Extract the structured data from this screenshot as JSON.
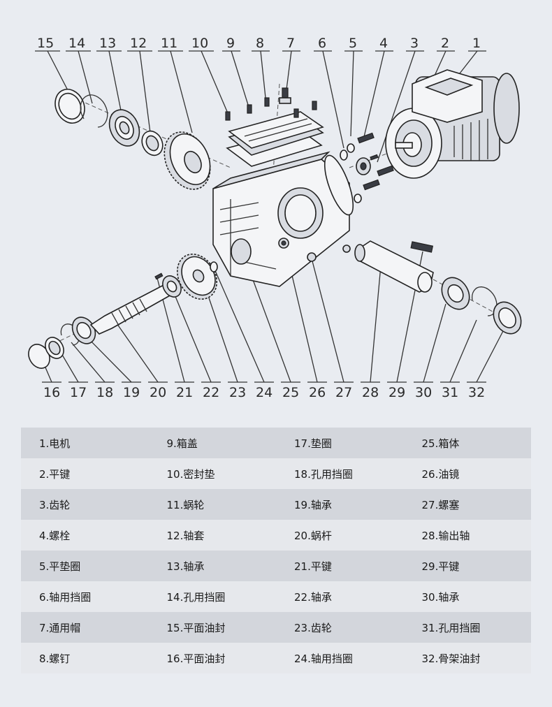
{
  "callouts": [
    "15",
    "14",
    "13",
    "12",
    "11",
    "10",
    "9",
    "8",
    "7",
    "6",
    "5",
    "4",
    "3",
    "2",
    "1",
    "16",
    "17",
    "18",
    "19",
    "20",
    "21",
    "22",
    "23",
    "24",
    "25",
    "26",
    "27",
    "28",
    "29",
    "30",
    "31",
    "32"
  ],
  "table": {
    "rows": [
      [
        "1.电机",
        "9.箱盖",
        "17.垫圈",
        "25.箱体"
      ],
      [
        "2.平键",
        "10.密封垫",
        "18.孔用挡圈",
        "26.油镜"
      ],
      [
        "3.齿轮",
        "11.蜗轮",
        "19.轴承",
        "27.螺塞"
      ],
      [
        "4.螺栓",
        "12.轴套",
        "20.蜗杆",
        "28.输出轴"
      ],
      [
        "5.平垫圈",
        "13.轴承",
        "21.平键",
        "29.平键"
      ],
      [
        "6.轴用挡圈",
        "14.孔用挡圈",
        "22.轴承",
        "30.轴承"
      ],
      [
        "7.通用帽",
        "15.平面油封",
        "23.齿轮",
        "31.孔用挡圈"
      ],
      [
        "8.螺钉",
        "16.平面油封",
        "24.轴用挡圈",
        "32.骨架油封"
      ]
    ]
  }
}
